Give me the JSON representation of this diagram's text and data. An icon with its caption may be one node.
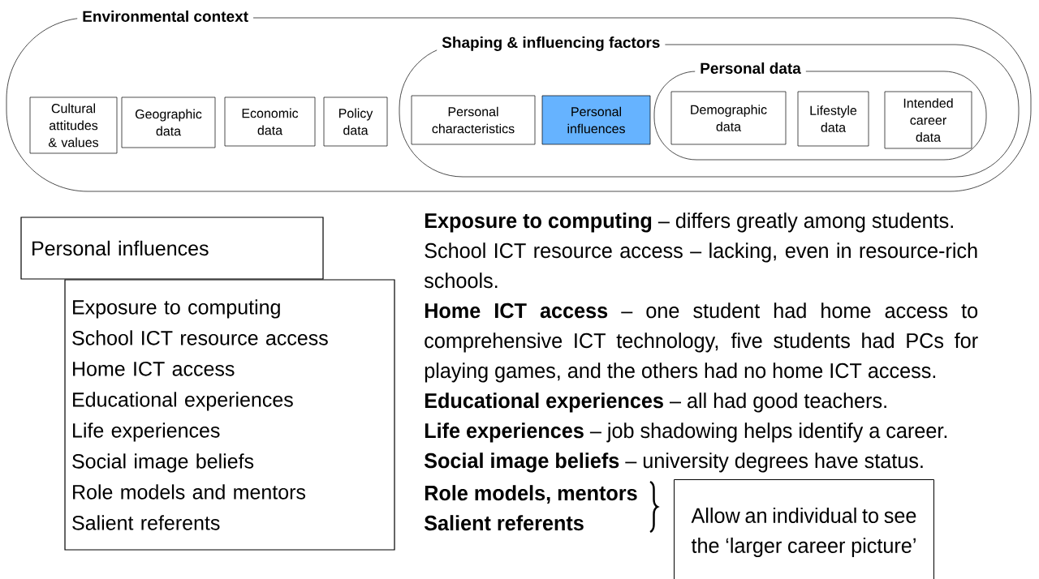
{
  "diagram": {
    "nodes": [
      {
        "text": [
          "Environmental context"
        ]
      },
      {
        "text": [
          "Cultural attitudes & values"
        ],
        "in": 0
      },
      {
        "text": [
          "Geographic data"
        ],
        "in": 0
      },
      {
        "text": [
          "Economic data"
        ],
        "in": 0
      },
      {
        "text": [
          "Policy data"
        ],
        "in": 0
      },
      {
        "text": [
          "Shaping & influencing factors"
        ],
        "in": 0
      },
      {
        "text": [
          "Personal characteristics"
        ],
        "in": 5
      },
      {
        "text": [
          "Personal influences"
        ],
        "in": 5
      },
      {
        "text": [
          "Personal data"
        ],
        "in": 5
      },
      {
        "text": [
          "Demographic data"
        ],
        "in": 8
      },
      {
        "text": [
          "Lifestyle data"
        ],
        "in": 8
      },
      {
        "text": [
          "Intended career data"
        ],
        "in": 8
      },
      {
        "text": [
          "Personal influences"
        ]
      },
      {
        "text": [
          "Exposure to computing",
          "School ICT resource access",
          "Home ICT access",
          "Educational experiences",
          "Life experiences",
          "Social image beliefs",
          "Role models and mentors",
          "Salient referents"
        ]
      },
      {
        "text": [
          "Allow an individual to see the ‘larger career picture’"
        ]
      }
    ],
    "labels": [
      "**Exposure to computing** – differs greatly among students.",
      "School ICT resource access – lacking, even in resource-rich schools.",
      "**Home ICT access** – one student had home access to comprehensive ICT technology, five students had PCs for playing games, and the others had no home ICT access.",
      "**Educational experiences** – all had good teachers.",
      "**Life experiences** – job shadowing helps identify a career.",
      "**Social image beliefs** – university degrees have status.",
      "Role models, mentors",
      "Salient referents"
    ]
  }
}
